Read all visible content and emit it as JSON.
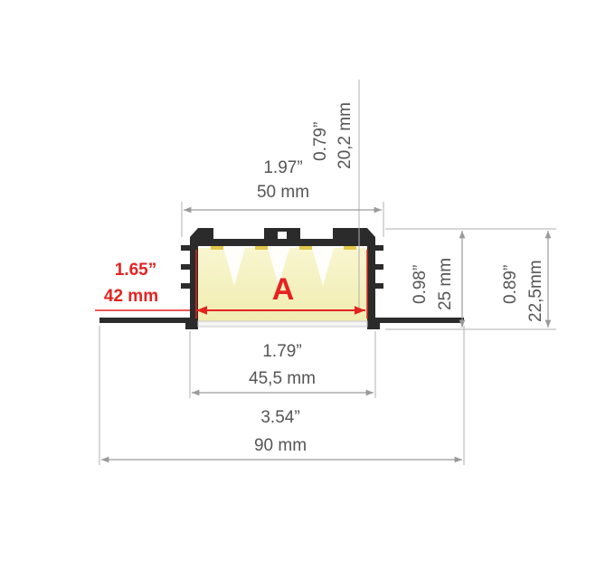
{
  "diagram": {
    "colors": {
      "profile": "#2b2b2b",
      "dimension_line": "#9a9a9a",
      "dimension_text": "#555555",
      "highlight": "#e42320",
      "light_beam": "#f6f3b4",
      "led": "#e3c84a"
    },
    "dimensions": {
      "top_depth": {
        "inch": "0.79”",
        "mm": "20,2 mm"
      },
      "outer_width": {
        "inch": "1.97”",
        "mm": "50 mm"
      },
      "insert_width": {
        "inch": "1.65”",
        "mm": "42 mm"
      },
      "body_height": {
        "inch": "0.98”",
        "mm": "25 mm"
      },
      "total_height": {
        "inch": "0.89”",
        "mm": "22,5mm"
      },
      "inner_width": {
        "inch": "1.79”",
        "mm": "45,5 mm"
      },
      "flange_width": {
        "inch": "3.54”",
        "mm": "90 mm"
      }
    },
    "label_a": "A"
  }
}
